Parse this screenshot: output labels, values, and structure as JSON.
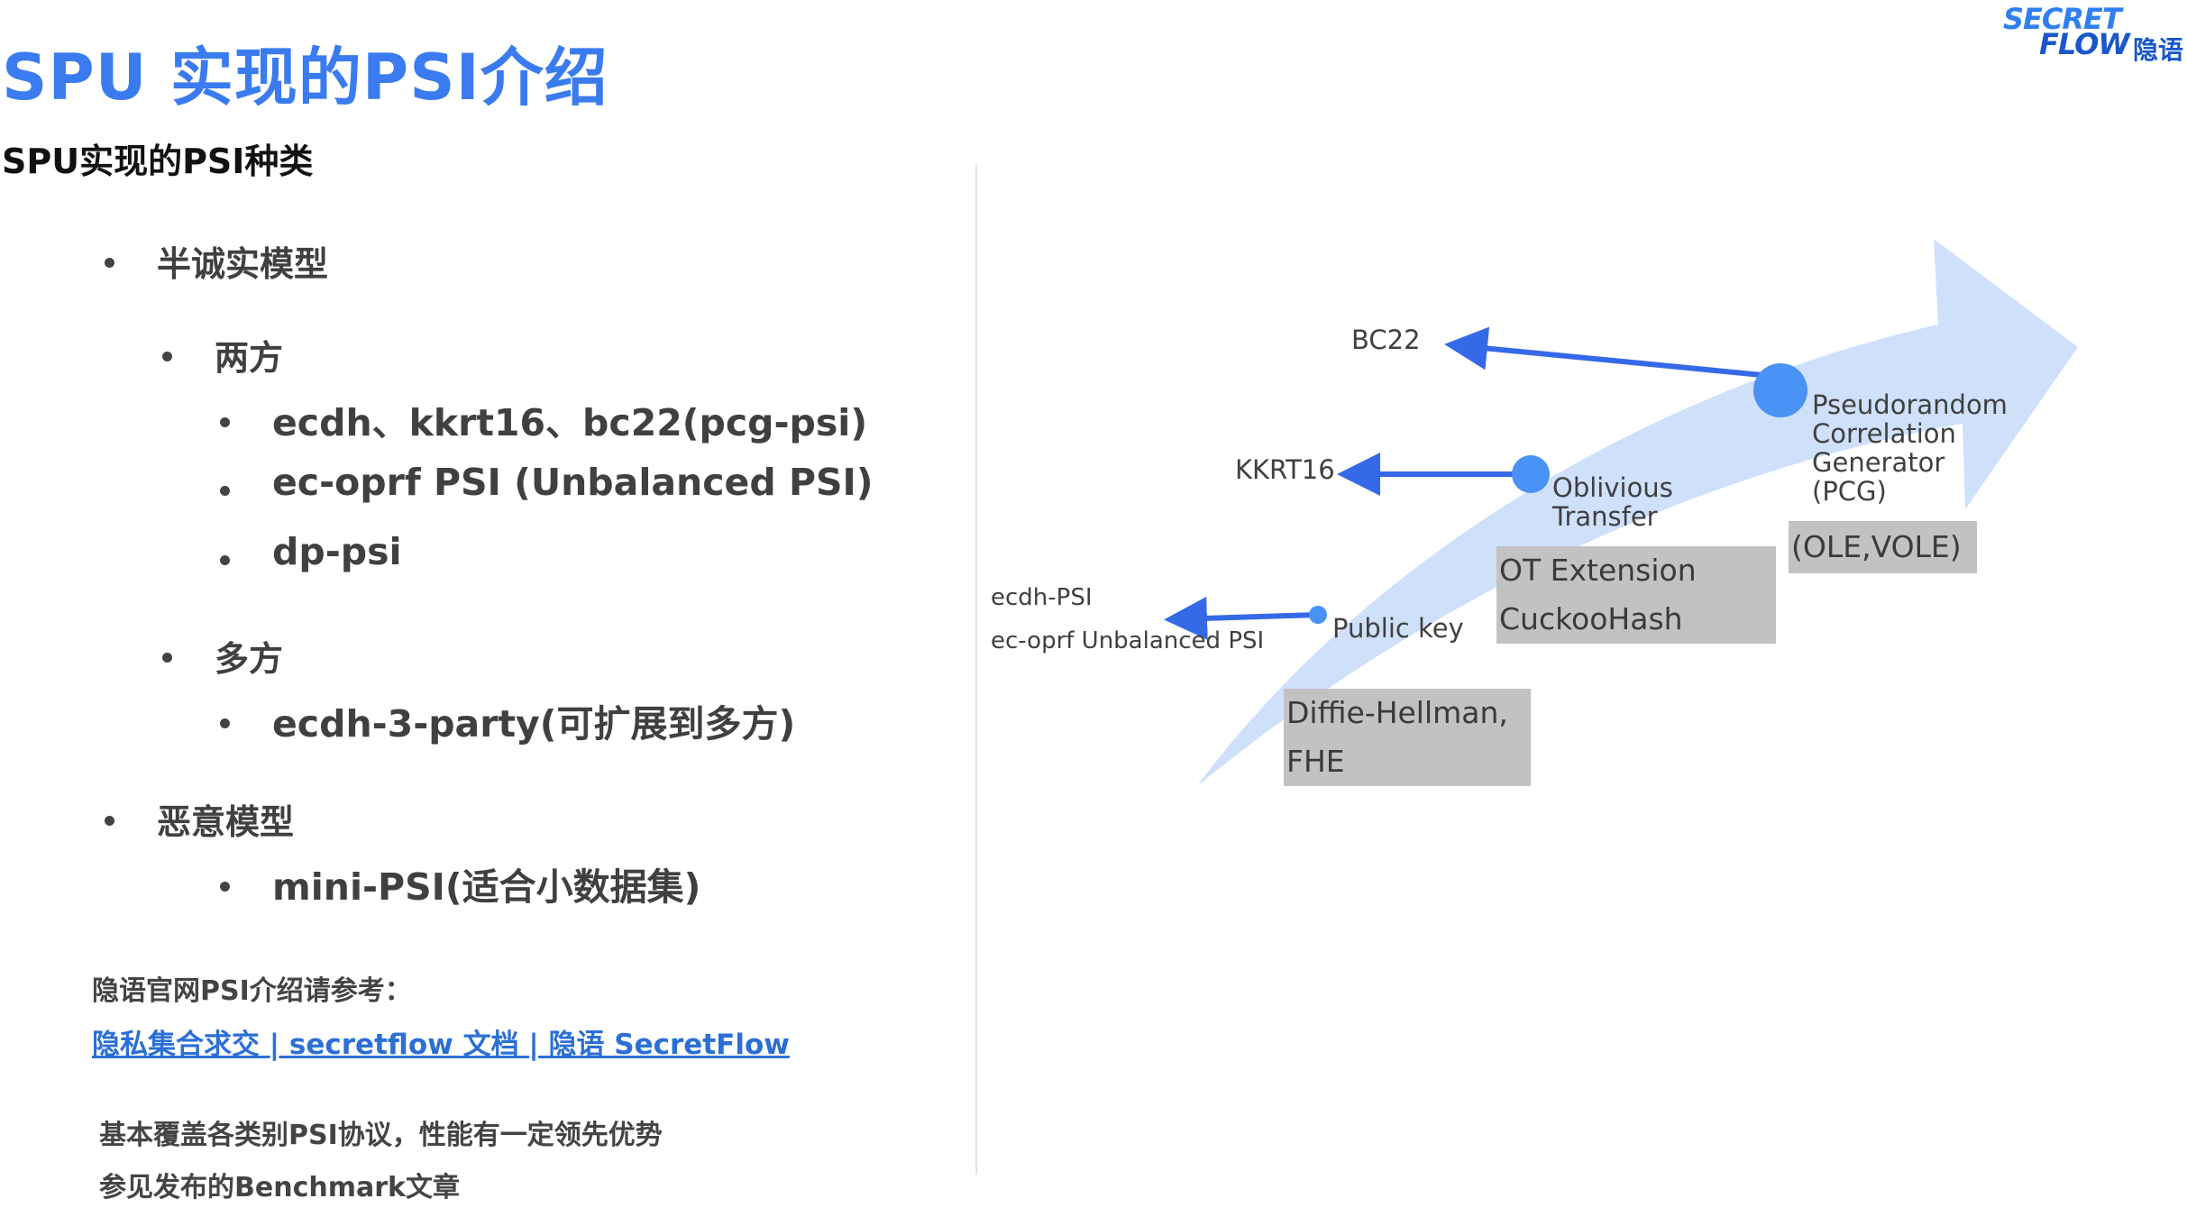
{
  "title": "SPU 实现的PSI介绍",
  "subtitle": "SPU实现的PSI种类",
  "logo": {
    "line1": "SECRET",
    "line2": "FLOW",
    "line3": "隐语"
  },
  "list": {
    "semi_honest": "半诚实模型",
    "two_party": "两方",
    "two_party_items": [
      "ecdh、kkrt16、bc22(pcg-psi)",
      "ec-oprf PSI (Unbalanced PSI)",
      "dp-psi"
    ],
    "multi_party": "多方",
    "multi_party_items": [
      "ecdh-3-party(可扩展到多方)"
    ],
    "malicious": "恶意模型",
    "malicious_items": [
      "mini-PSI(适合小数据集)"
    ]
  },
  "reference": {
    "text": "隐语官网PSI介绍请参考：",
    "link": "隐私集合求交 | secretflow 文档 | 隐语 SecretFlow"
  },
  "notes": [
    "基本覆盖各类别PSI协议，性能有一定领先优势",
    "参见发布的Benchmark文章"
  ],
  "diagram": {
    "colors": {
      "band": "#cfe0fb",
      "arrow": "#3569e8",
      "node": "#4a92f5",
      "box": "#c2c2c2"
    },
    "protocols": {
      "bc22": "BC22",
      "kkrt16": "KKRT16",
      "ecdh_psi": "ecdh-PSI",
      "ec_oprf": "ec-oprf Unbalanced PSI"
    },
    "nodes": {
      "pcg": [
        "Pseudorandom",
        "Correlation",
        "Generator",
        "(PCG)"
      ],
      "ot": [
        "Oblivious",
        "Transfer"
      ],
      "pk": [
        "Public key"
      ]
    },
    "boxes": {
      "ole": [
        "(OLE,VOLE)"
      ],
      "ot_ext": [
        "OT Extension",
        "CuckooHash"
      ],
      "dh": [
        "Diffie-Hellman,",
        "FHE"
      ]
    }
  }
}
